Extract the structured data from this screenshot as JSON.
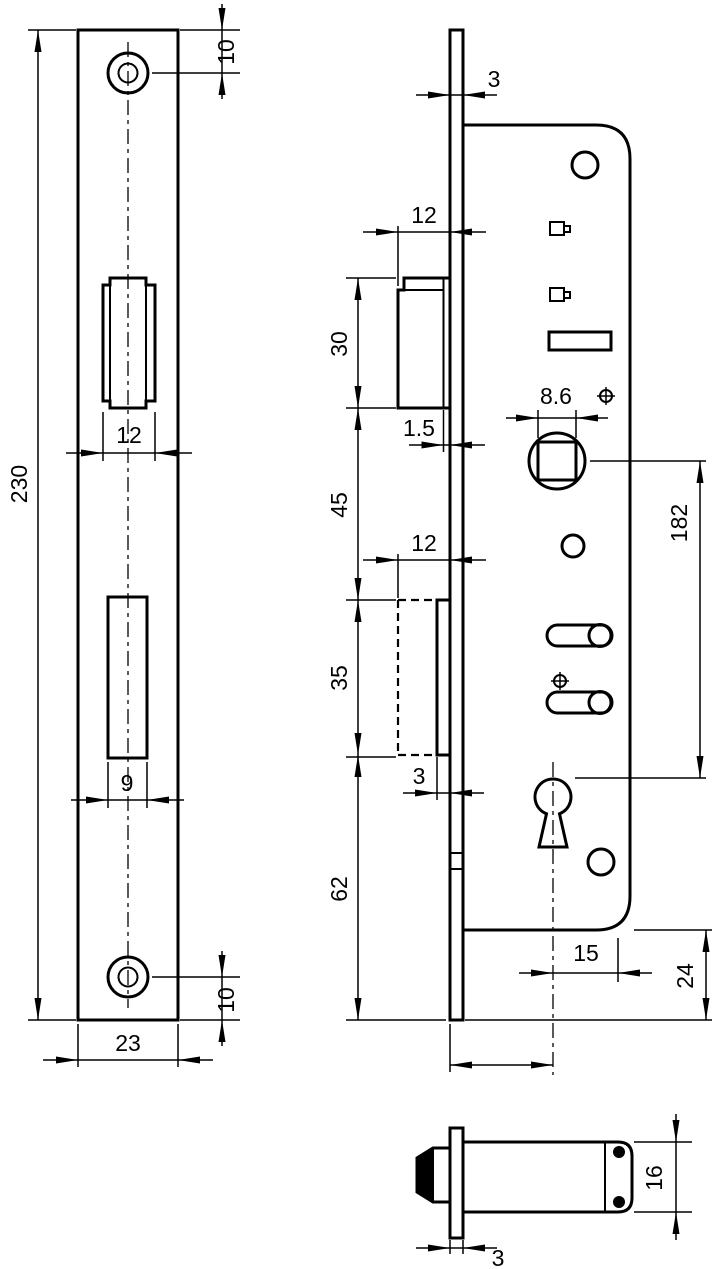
{
  "background_color": "#ffffff",
  "line_color": "#000000",
  "dimensions": {
    "strike_plate": {
      "top_hole_offset": "10",
      "plate_height": "230",
      "latch_cutout_width": "12",
      "bolt_cutout_width": "9",
      "bottom_hole_offset": "10",
      "plate_width": "23"
    },
    "lock_side_view": {
      "faceplate_thickness": "3",
      "latch_protrusion": "12",
      "latch_height": "30",
      "latch_lip": "1.5",
      "latch_to_bolt": "45",
      "bolt_protrusion": "12",
      "bolt_height": "35",
      "bolt_throw": "3",
      "bolt_to_plate_end": "62"
    },
    "lock_case": {
      "follower_square": "8.6",
      "vertical_span": "182",
      "keyhole_offset": "15",
      "case_to_plate_end": "24"
    },
    "latch_detail": {
      "latch_thickness": "16",
      "faceplate_thickness": "3"
    }
  }
}
